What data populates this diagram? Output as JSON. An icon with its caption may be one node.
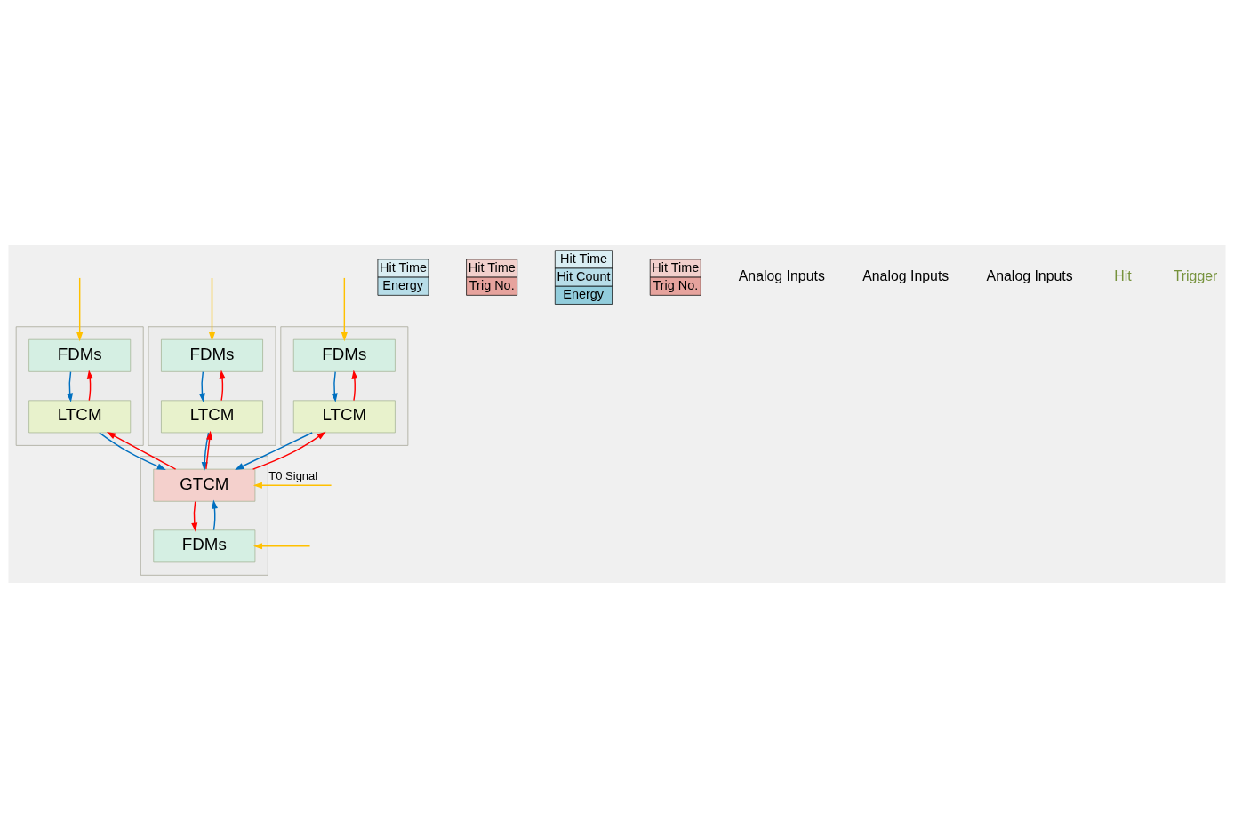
{
  "diagram": {
    "nodes": [
      {
        "text": [],
        "shape": "box"
      },
      {
        "text": [
          "FDMs"
        ],
        "in": 0
      },
      {
        "text": [
          "LTCM"
        ],
        "in": 0
      },
      {
        "text": [],
        "shape": "box"
      },
      {
        "text": [
          "FDMs"
        ],
        "in": 3
      },
      {
        "text": [
          "LTCM"
        ],
        "in": 3
      },
      {
        "text": [],
        "shape": "box"
      },
      {
        "text": [
          "FDMs"
        ],
        "in": 6
      },
      {
        "text": [
          "LTCM"
        ],
        "in": 6
      },
      {
        "text": [],
        "shape": "box"
      },
      {
        "text": [
          "GTCM"
        ],
        "in": 9
      },
      {
        "text": [
          "FDMs"
        ],
        "in": 9
      },
      {
        "text": [
          "Hit Time",
          "Energy"
        ]
      },
      {
        "text": [
          "Hit Time",
          "Trig No."
        ]
      },
      {
        "text": [
          "Hit Time",
          "Hit Count",
          "Energy"
        ]
      },
      {
        "text": [
          "Hit Time",
          "Trig No."
        ]
      }
    ],
    "edges": [
      {
        "from": null,
        "to": 1,
        "arrow": "to",
        "color": "#ffc000"
      },
      {
        "from": null,
        "to": 4,
        "arrow": "to",
        "color": "#ffc000"
      },
      {
        "from": null,
        "to": 7,
        "arrow": "to",
        "color": "#ffc000"
      },
      {
        "from": 1,
        "to": 2,
        "arrow": "to",
        "color": "#0070c0"
      },
      {
        "from": 2,
        "to": 1,
        "arrow": "to",
        "color": "#ff0000"
      },
      {
        "from": 4,
        "to": 5,
        "arrow": "to",
        "color": "#0070c0"
      },
      {
        "from": 5,
        "to": 4,
        "arrow": "to",
        "color": "#ff0000"
      },
      {
        "from": 7,
        "to": 8,
        "arrow": "to",
        "color": "#0070c0"
      },
      {
        "from": 8,
        "to": 7,
        "arrow": "to",
        "color": "#ff0000"
      },
      {
        "from": 2,
        "to": 10,
        "arrow": "to",
        "color": "#0070c0"
      },
      {
        "from": 10,
        "to": 2,
        "arrow": "to",
        "color": "#ff0000"
      },
      {
        "from": 5,
        "to": 10,
        "arrow": "to",
        "color": "#0070c0"
      },
      {
        "from": 10,
        "to": 5,
        "arrow": "to",
        "color": "#ff0000"
      },
      {
        "from": 8,
        "to": 10,
        "arrow": "to",
        "color": "#0070c0"
      },
      {
        "from": 10,
        "to": 8,
        "arrow": "to",
        "color": "#ff0000"
      },
      {
        "from": null,
        "to": 10,
        "arrow": "to",
        "label": "T0 Signal",
        "color": "#ffc000"
      },
      {
        "from": 11,
        "to": 10,
        "arrow": "to",
        "color": "#0070c0"
      },
      {
        "from": 10,
        "to": 11,
        "arrow": "to",
        "color": "#ff0000"
      },
      {
        "from": null,
        "to": 11,
        "arrow": "to",
        "color": "#ffc000"
      }
    ],
    "labels": [
      "Analog Inputs",
      "Analog Inputs",
      "Analog Inputs"
    ],
    "legend": [
      {
        "text": "Hit"
      },
      {
        "text": "Trigger"
      }
    ]
  }
}
